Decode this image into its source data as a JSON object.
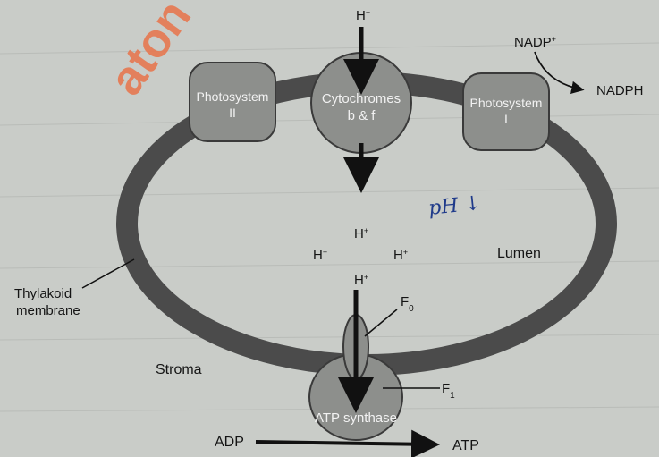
{
  "diagram": {
    "watermark": "aton",
    "photosystem_ii": {
      "line1": "Photosystem",
      "line2": "II"
    },
    "cytochromes": {
      "line1": "Cytochromes",
      "line2": "b & f"
    },
    "photosystem_i": {
      "line1": "Photosystem",
      "line2": "I"
    },
    "proton_top": "H",
    "nadp": "NADP",
    "nadph": "NADPH",
    "handwritten_note": "pH ↓",
    "lumen_protons": [
      "H",
      "H",
      "H",
      "H"
    ],
    "lumen": "Lumen",
    "thylakoid_label": {
      "line1": "Thylakoid",
      "line2": "membrane"
    },
    "f0": {
      "base": "F",
      "sub": "0"
    },
    "f1": {
      "base": "F",
      "sub": "1"
    },
    "stroma": "Stroma",
    "atp_synthase": "ATP synthase",
    "adp": "ADP",
    "atp": "ATP",
    "plus": "+",
    "colors": {
      "background": "#c9ccc8",
      "membrane": "#4b4b4b",
      "complex_fill": "#8d8f8c",
      "complex_stroke": "#3a3a3a",
      "arrow": "#111111",
      "handwriting": "#1f3a8a",
      "watermark": "#e8734a"
    }
  }
}
